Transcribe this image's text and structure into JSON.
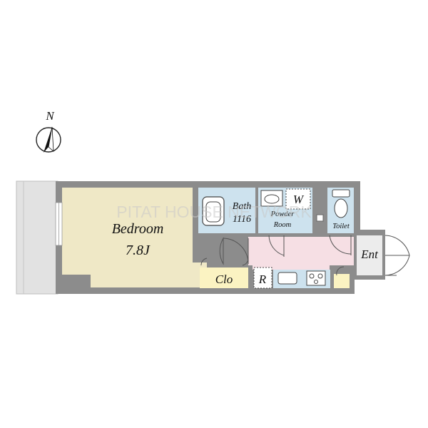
{
  "compass": {
    "label": "N",
    "icon": "north-arrow-icon"
  },
  "watermark": "PITAT HOUSE NETWORK",
  "rooms": {
    "bedroom": {
      "name": "Bedroom",
      "size": "7.8J"
    },
    "bath": {
      "name": "Bath",
      "size": "1116"
    },
    "washer": {
      "name": "W"
    },
    "powder_room": {
      "line1": "Powder",
      "line2": "Room"
    },
    "toilet": {
      "name": "Toilet"
    },
    "closet": {
      "name": "Clo"
    },
    "refrigerator": {
      "name": "R"
    },
    "entrance": {
      "name": "Ent"
    }
  },
  "colors": {
    "bedroom_floor": "#efe8c6",
    "bath_floor": "#cde2ee",
    "hall_floor": "#f6dfe4",
    "closet_floor": "#fbf3c2",
    "entrance_floor": "#ececec",
    "wall": "#8c8c8c",
    "balcony": "#e2e2e2"
  }
}
